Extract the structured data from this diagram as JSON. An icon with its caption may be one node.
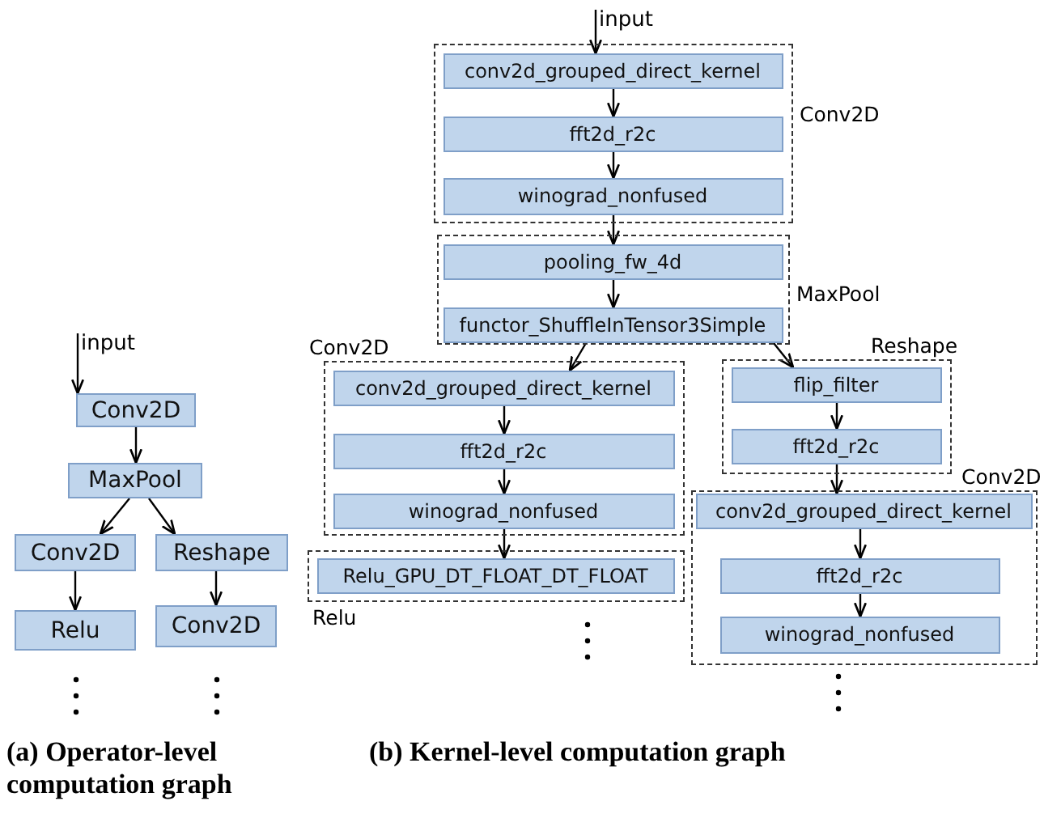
{
  "diagram": {
    "nodes": [
      {
        "text": [
          "input"
        ]
      },
      {
        "text": [
          "Conv2D"
        ]
      },
      {
        "text": [
          "MaxPool"
        ]
      },
      {
        "text": [
          "Conv2D"
        ]
      },
      {
        "text": [
          "Reshape"
        ]
      },
      {
        "text": [
          "Relu"
        ]
      },
      {
        "text": [
          "Conv2D"
        ]
      },
      {
        "text": [
          "input"
        ]
      },
      {
        "text": [
          "Conv2D"
        ]
      },
      {
        "text": [
          "conv2d_grouped_direct_kernel"
        ],
        "in": 8
      },
      {
        "text": [
          "fft2d_r2c"
        ],
        "in": 8
      },
      {
        "text": [
          "winograd_nonfused"
        ],
        "in": 8
      },
      {
        "text": [
          "MaxPool"
        ]
      },
      {
        "text": [
          "pooling_fw_4d"
        ],
        "in": 12
      },
      {
        "text": [
          "functor_ShuffleInTensor3Simple"
        ],
        "in": 12
      },
      {
        "text": [
          "Conv2D"
        ]
      },
      {
        "text": [
          "conv2d_grouped_direct_kernel"
        ],
        "in": 15
      },
      {
        "text": [
          "fft2d_r2c"
        ],
        "in": 15
      },
      {
        "text": [
          "winograd_nonfused"
        ],
        "in": 15
      },
      {
        "text": [
          "Relu"
        ]
      },
      {
        "text": [
          "Relu_GPU_DT_FLOAT_DT_FLOAT"
        ],
        "in": 19
      },
      {
        "text": [
          "Reshape"
        ]
      },
      {
        "text": [
          "flip_filter"
        ],
        "in": 21
      },
      {
        "text": [
          "fft2d_r2c"
        ],
        "in": 21
      },
      {
        "text": [
          "Conv2D"
        ]
      },
      {
        "text": [
          "conv2d_grouped_direct_kernel"
        ],
        "in": 24
      },
      {
        "text": [
          "fft2d_r2c"
        ],
        "in": 24
      },
      {
        "text": [
          "winograd_nonfused"
        ],
        "in": 24
      }
    ],
    "edges": [
      {
        "from": 0,
        "to": 1,
        "arrow": "to"
      },
      {
        "from": 1,
        "to": 2,
        "arrow": "to"
      },
      {
        "from": 2,
        "to": 3,
        "arrow": "to"
      },
      {
        "from": 2,
        "to": 4,
        "arrow": "to"
      },
      {
        "from": 3,
        "to": 5,
        "arrow": "to"
      },
      {
        "from": 4,
        "to": 6,
        "arrow": "to"
      },
      {
        "from": 7,
        "to": 9,
        "arrow": "to"
      },
      {
        "from": 9,
        "to": 10,
        "arrow": "to"
      },
      {
        "from": 10,
        "to": 11,
        "arrow": "to"
      },
      {
        "from": 11,
        "to": 13,
        "arrow": "to"
      },
      {
        "from": 13,
        "to": 14,
        "arrow": "to"
      },
      {
        "from": 14,
        "to": 16,
        "arrow": "to"
      },
      {
        "from": 14,
        "to": 22,
        "arrow": "to"
      },
      {
        "from": 16,
        "to": 17,
        "arrow": "to"
      },
      {
        "from": 17,
        "to": 18,
        "arrow": "to"
      },
      {
        "from": 18,
        "to": 20,
        "arrow": "to"
      },
      {
        "from": 22,
        "to": 23,
        "arrow": "to"
      },
      {
        "from": 23,
        "to": 25,
        "arrow": "to"
      },
      {
        "from": 25,
        "to": 26,
        "arrow": "to"
      },
      {
        "from": 26,
        "to": 27,
        "arrow": "to"
      }
    ],
    "labels": [
      "(a)  Operator-level computation graph",
      "(b) Kernel-level computation graph"
    ]
  }
}
